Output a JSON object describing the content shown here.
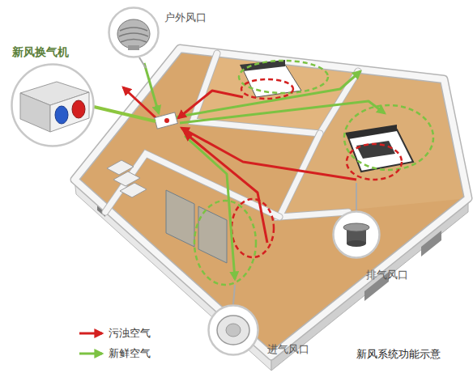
{
  "diagram": {
    "caption": "新风系统功能示意",
    "nodes": [
      {
        "text": [
          "新风换气机"
        ]
      },
      {
        "text": [
          "户外风口"
        ]
      },
      {
        "text": [
          "排气风口"
        ]
      },
      {
        "text": [
          "进气风口"
        ]
      }
    ],
    "legend": [
      {
        "text": "污浊空气"
      },
      {
        "text": "新鲜空气"
      }
    ]
  }
}
